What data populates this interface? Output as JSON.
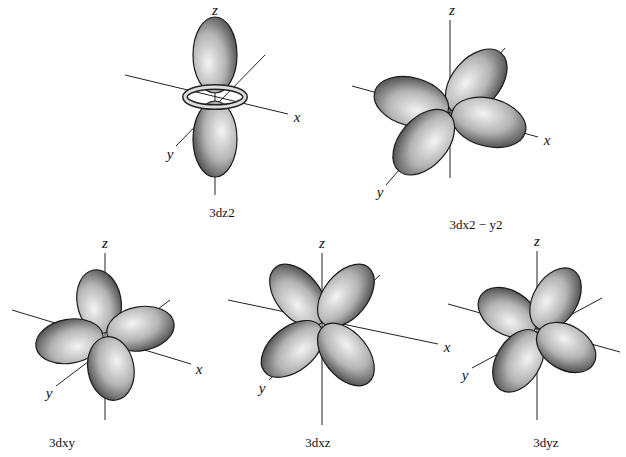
{
  "diagram": {
    "labels": [
      "z",
      "x",
      "y",
      "3dz2",
      "z",
      "x",
      "y",
      "3dx2 − y2",
      "z",
      "x",
      "y",
      "3dxy",
      "z",
      "x",
      "y",
      "3dxz",
      "z",
      "y",
      "3dyz"
    ]
  }
}
